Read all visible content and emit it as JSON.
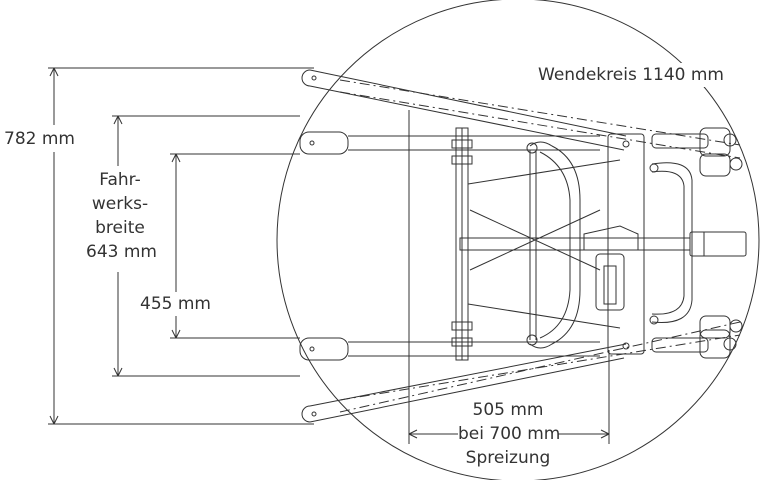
{
  "diagram": {
    "turning_circle_label": "Wendekreis 1140 mm",
    "overall_width_label": "782 mm",
    "chassis_width_lines": [
      "Fahr-",
      "werks-",
      "breite",
      "643 mm"
    ],
    "inner_width_label": "455 mm",
    "length_lines": [
      "505 mm",
      "bei 700 mm",
      "Spreizung"
    ]
  },
  "colors": {
    "line": "#333333",
    "text": "#333333",
    "background": "#ffffff"
  }
}
